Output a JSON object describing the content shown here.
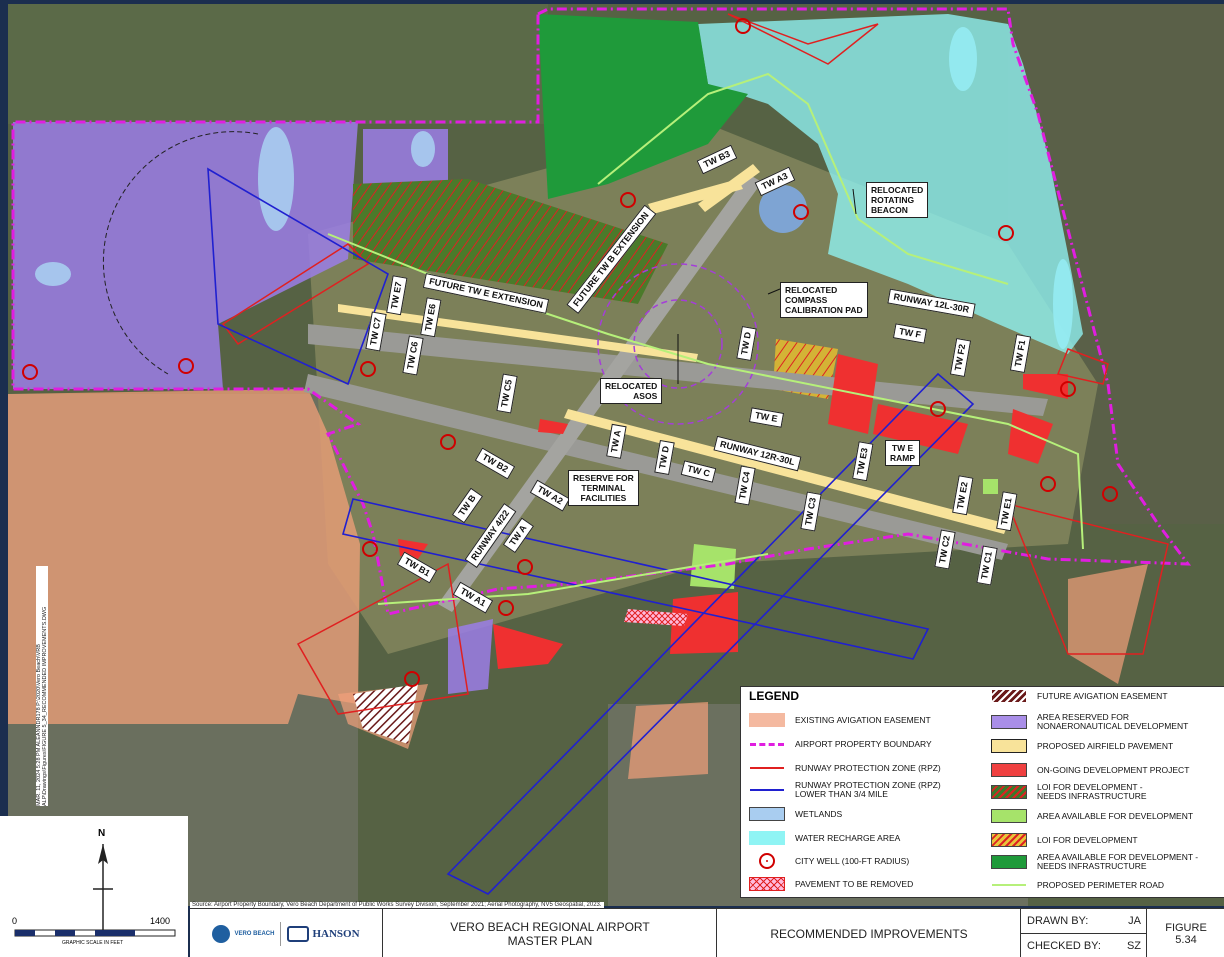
{
  "map": {
    "labels": {
      "tw_b3": "TW B3",
      "tw_a3": "TW A3",
      "future_tw_b_ext": "FUTURE TW B EXTENSION",
      "future_tw_e_ext": "FUTURE TW E EXTENSION",
      "tw_e7": "TW E7",
      "tw_e6": "TW E6",
      "tw_c7": "TW C7",
      "tw_c6": "TW C6",
      "tw_c5": "TW C5",
      "tw_d_upper": "TW D",
      "runway_12l_30r": "RUNWAY 12L-30R",
      "tw_f": "TW F",
      "tw_f2": "TW F2",
      "tw_f1": "TW F1",
      "tw_e": "TW E",
      "runway_12r_30l": "RUNWAY 12R-30L",
      "tw_a_upper": "TW A",
      "tw_d_lower": "TW D",
      "tw_c": "TW C",
      "tw_c4": "TW C4",
      "tw_e3": "TW E3",
      "tw_b2": "TW B2",
      "tw_b": "TW B",
      "runway_4_22": "RUNWAY 4/22",
      "tw_a2": "TW A2",
      "tw_a_lower": "TW A",
      "tw_b1": "TW B1",
      "tw_a1": "TW A1",
      "tw_c3": "TW C3",
      "tw_e2": "TW E2",
      "tw_e1": "TW E1",
      "tw_c2": "TW C2",
      "tw_c1": "TW C1"
    },
    "notes": {
      "rotating_beacon": "RELOCATED\nROTATING\nBEACON",
      "compass_pad": "RELOCATED\nCOMPASS\nCALIBRATION PAD",
      "asos": "RELOCATED\nASOS",
      "terminal": "RESERVE FOR\nTERMINAL\nFACILITIES",
      "tw_e_ramp": "TW E\nRAMP"
    }
  },
  "legend": {
    "title": "LEGEND",
    "items": [
      {
        "key": "existing_avigation_easement",
        "label": "EXISTING AVIGATION EASEMENT",
        "color": "#f4b9a0"
      },
      {
        "key": "airport_property_boundary",
        "label": "AIRPORT PROPERTY BOUNDARY",
        "color": "#e01ee0"
      },
      {
        "key": "rpz",
        "label": "RUNWAY PROTECTION ZONE (RPZ)",
        "color": "#e02020"
      },
      {
        "key": "rpz_lower",
        "label": "RUNWAY PROTECTION ZONE (RPZ)\nLOWER THAN 3/4 MILE",
        "color": "#2020d0"
      },
      {
        "key": "wetlands",
        "label": "WETLANDS",
        "color": "#a9cdf0"
      },
      {
        "key": "water_recharge",
        "label": "WATER RECHARGE AREA",
        "color": "#8ff4f4"
      },
      {
        "key": "city_well",
        "label": "CITY WELL (100-FT RADIUS)",
        "color": "#d00000"
      },
      {
        "key": "pavement_removed",
        "label": "PAVEMENT TO BE REMOVED",
        "color": "#e02020"
      },
      {
        "key": "future_avigation_easement",
        "label": "FUTURE AVIGATION EASEMENT",
        "color": "#7a1a1a"
      },
      {
        "key": "nonaeronautical",
        "label": "AREA RESERVED FOR\nNONAERONAUTICAL DEVELOPMENT",
        "color": "#a98ee8"
      },
      {
        "key": "proposed_airfield_pavement",
        "label": "PROPOSED AIRFIELD PAVEMENT",
        "color": "#f8e39a"
      },
      {
        "key": "ongoing_development",
        "label": "ON-GOING DEVELOPMENT PROJECT",
        "color": "#ef4040"
      },
      {
        "key": "loi_needs_infra",
        "label": "LOI FOR DEVELOPMENT -\nNEEDS INFRASTRUCTURE",
        "color": "#3a7a2a"
      },
      {
        "key": "area_available",
        "label": "AREA AVAILABLE FOR DEVELOPMENT",
        "color": "#a6e36a"
      },
      {
        "key": "loi",
        "label": "LOI FOR DEVELOPMENT",
        "color": "#e8c43a"
      },
      {
        "key": "area_available_needs_infra",
        "label": "AREA AVAILABLE FOR DEVELOPMENT -\nNEEDS INFRASTRUCTURE",
        "color": "#1f9a3a"
      },
      {
        "key": "perimeter_road",
        "label": "PROPOSED PERIMETER ROAD",
        "color": "#b6f07a"
      }
    ]
  },
  "source": "Source: Airport Property Boundary, Vero Beach Department of Public Works Survey Division, September 2021; Aerial Photography, NV5 Geospatial, 2023.",
  "scale": {
    "north": "N",
    "zero": "0",
    "max": "1400",
    "caption": "GRAPHIC SCALE IN FEET"
  },
  "sidebar_text": "MAR. 11, 2024 5:28 PM ALEANNDR178  P:\\2020\\Vero Beach\\VRB ALP\\Drawings\\Figures\\FIGURE 5_34_RECOMMENDED IMPROVEMENTS.DWG",
  "title_block": {
    "logo_vero": "VERO BEACH",
    "logo_hanson": "HANSON",
    "project_line1": "VERO BEACH REGIONAL AIRPORT",
    "project_line2": "MASTER PLAN",
    "drawing_title": "RECOMMENDED IMPROVEMENTS",
    "drawn_by_label": "DRAWN BY:",
    "drawn_by": "JA",
    "checked_by_label": "CHECKED BY:",
    "checked_by": "SZ",
    "figure_label": "FIGURE",
    "figure_number": "5.34"
  }
}
